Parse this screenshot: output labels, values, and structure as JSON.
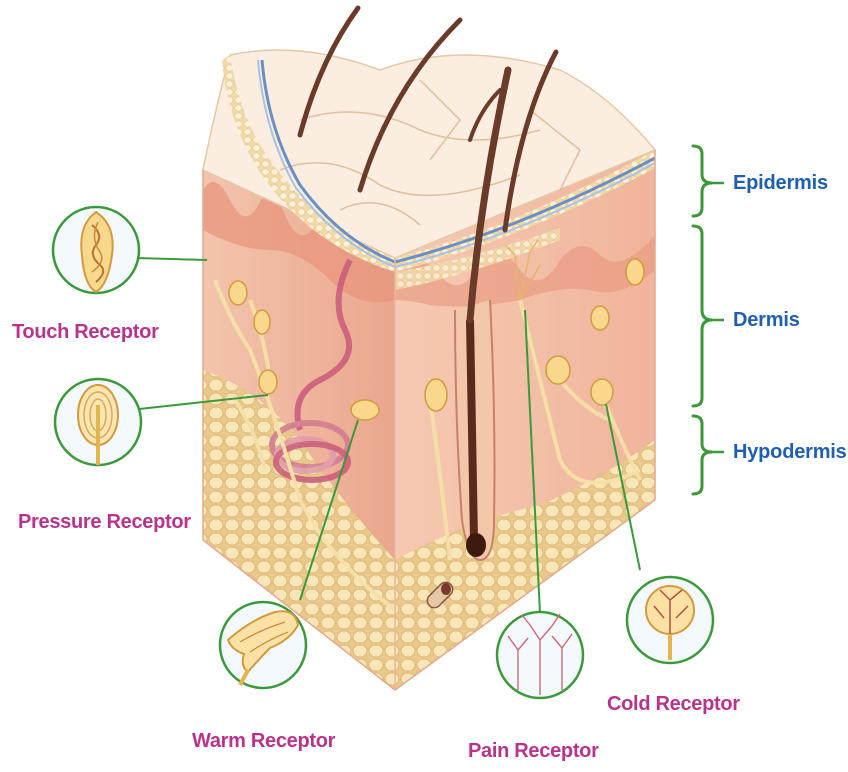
{
  "colors": {
    "receptor_label": "#b8348c",
    "layer_label": "#1f5fb0",
    "bracket": "#3a9a3a",
    "skin_pink": "#f2b9a2",
    "fat_yellow": "#f6dfa4",
    "hair": "#6b3b2a"
  },
  "layers": {
    "epidermis": "Epidermis",
    "dermis": "Dermis",
    "hypodermis": "Hypodermis"
  },
  "receptors": {
    "touch": "Touch Receptor",
    "pressure": "Pressure Receptor",
    "warm": "Warm Receptor",
    "pain": "Pain Receptor",
    "cold": "Cold Receptor"
  }
}
